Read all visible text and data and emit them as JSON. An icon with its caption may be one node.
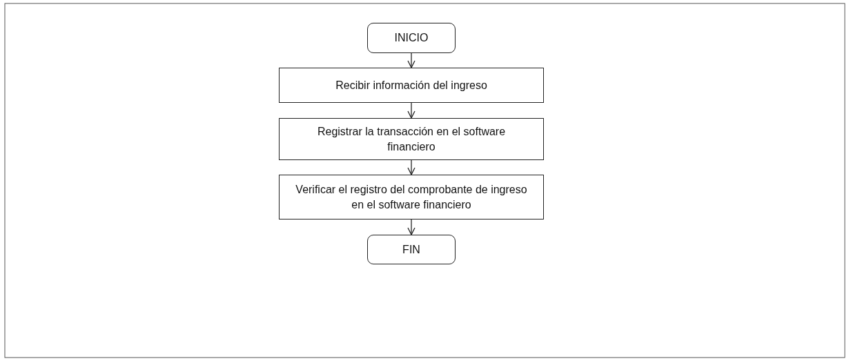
{
  "diagram": {
    "nodes": [
      {
        "text": [
          "INICIO"
        ]
      },
      {
        "text": [
          "Recibir información del ingreso"
        ]
      },
      {
        "text": [
          "Registrar la transacción en el software financiero"
        ]
      },
      {
        "text": [
          "Verificar el registro del comprobante de ingreso en el software financiero"
        ]
      },
      {
        "text": [
          "FIN"
        ]
      }
    ],
    "edges": [
      {
        "from": 0,
        "to": 1,
        "arrow": "to"
      },
      {
        "from": 1,
        "to": 2,
        "arrow": "to"
      },
      {
        "from": 2,
        "to": 3,
        "arrow": "to"
      },
      {
        "from": 3,
        "to": 4,
        "arrow": "to"
      }
    ]
  }
}
